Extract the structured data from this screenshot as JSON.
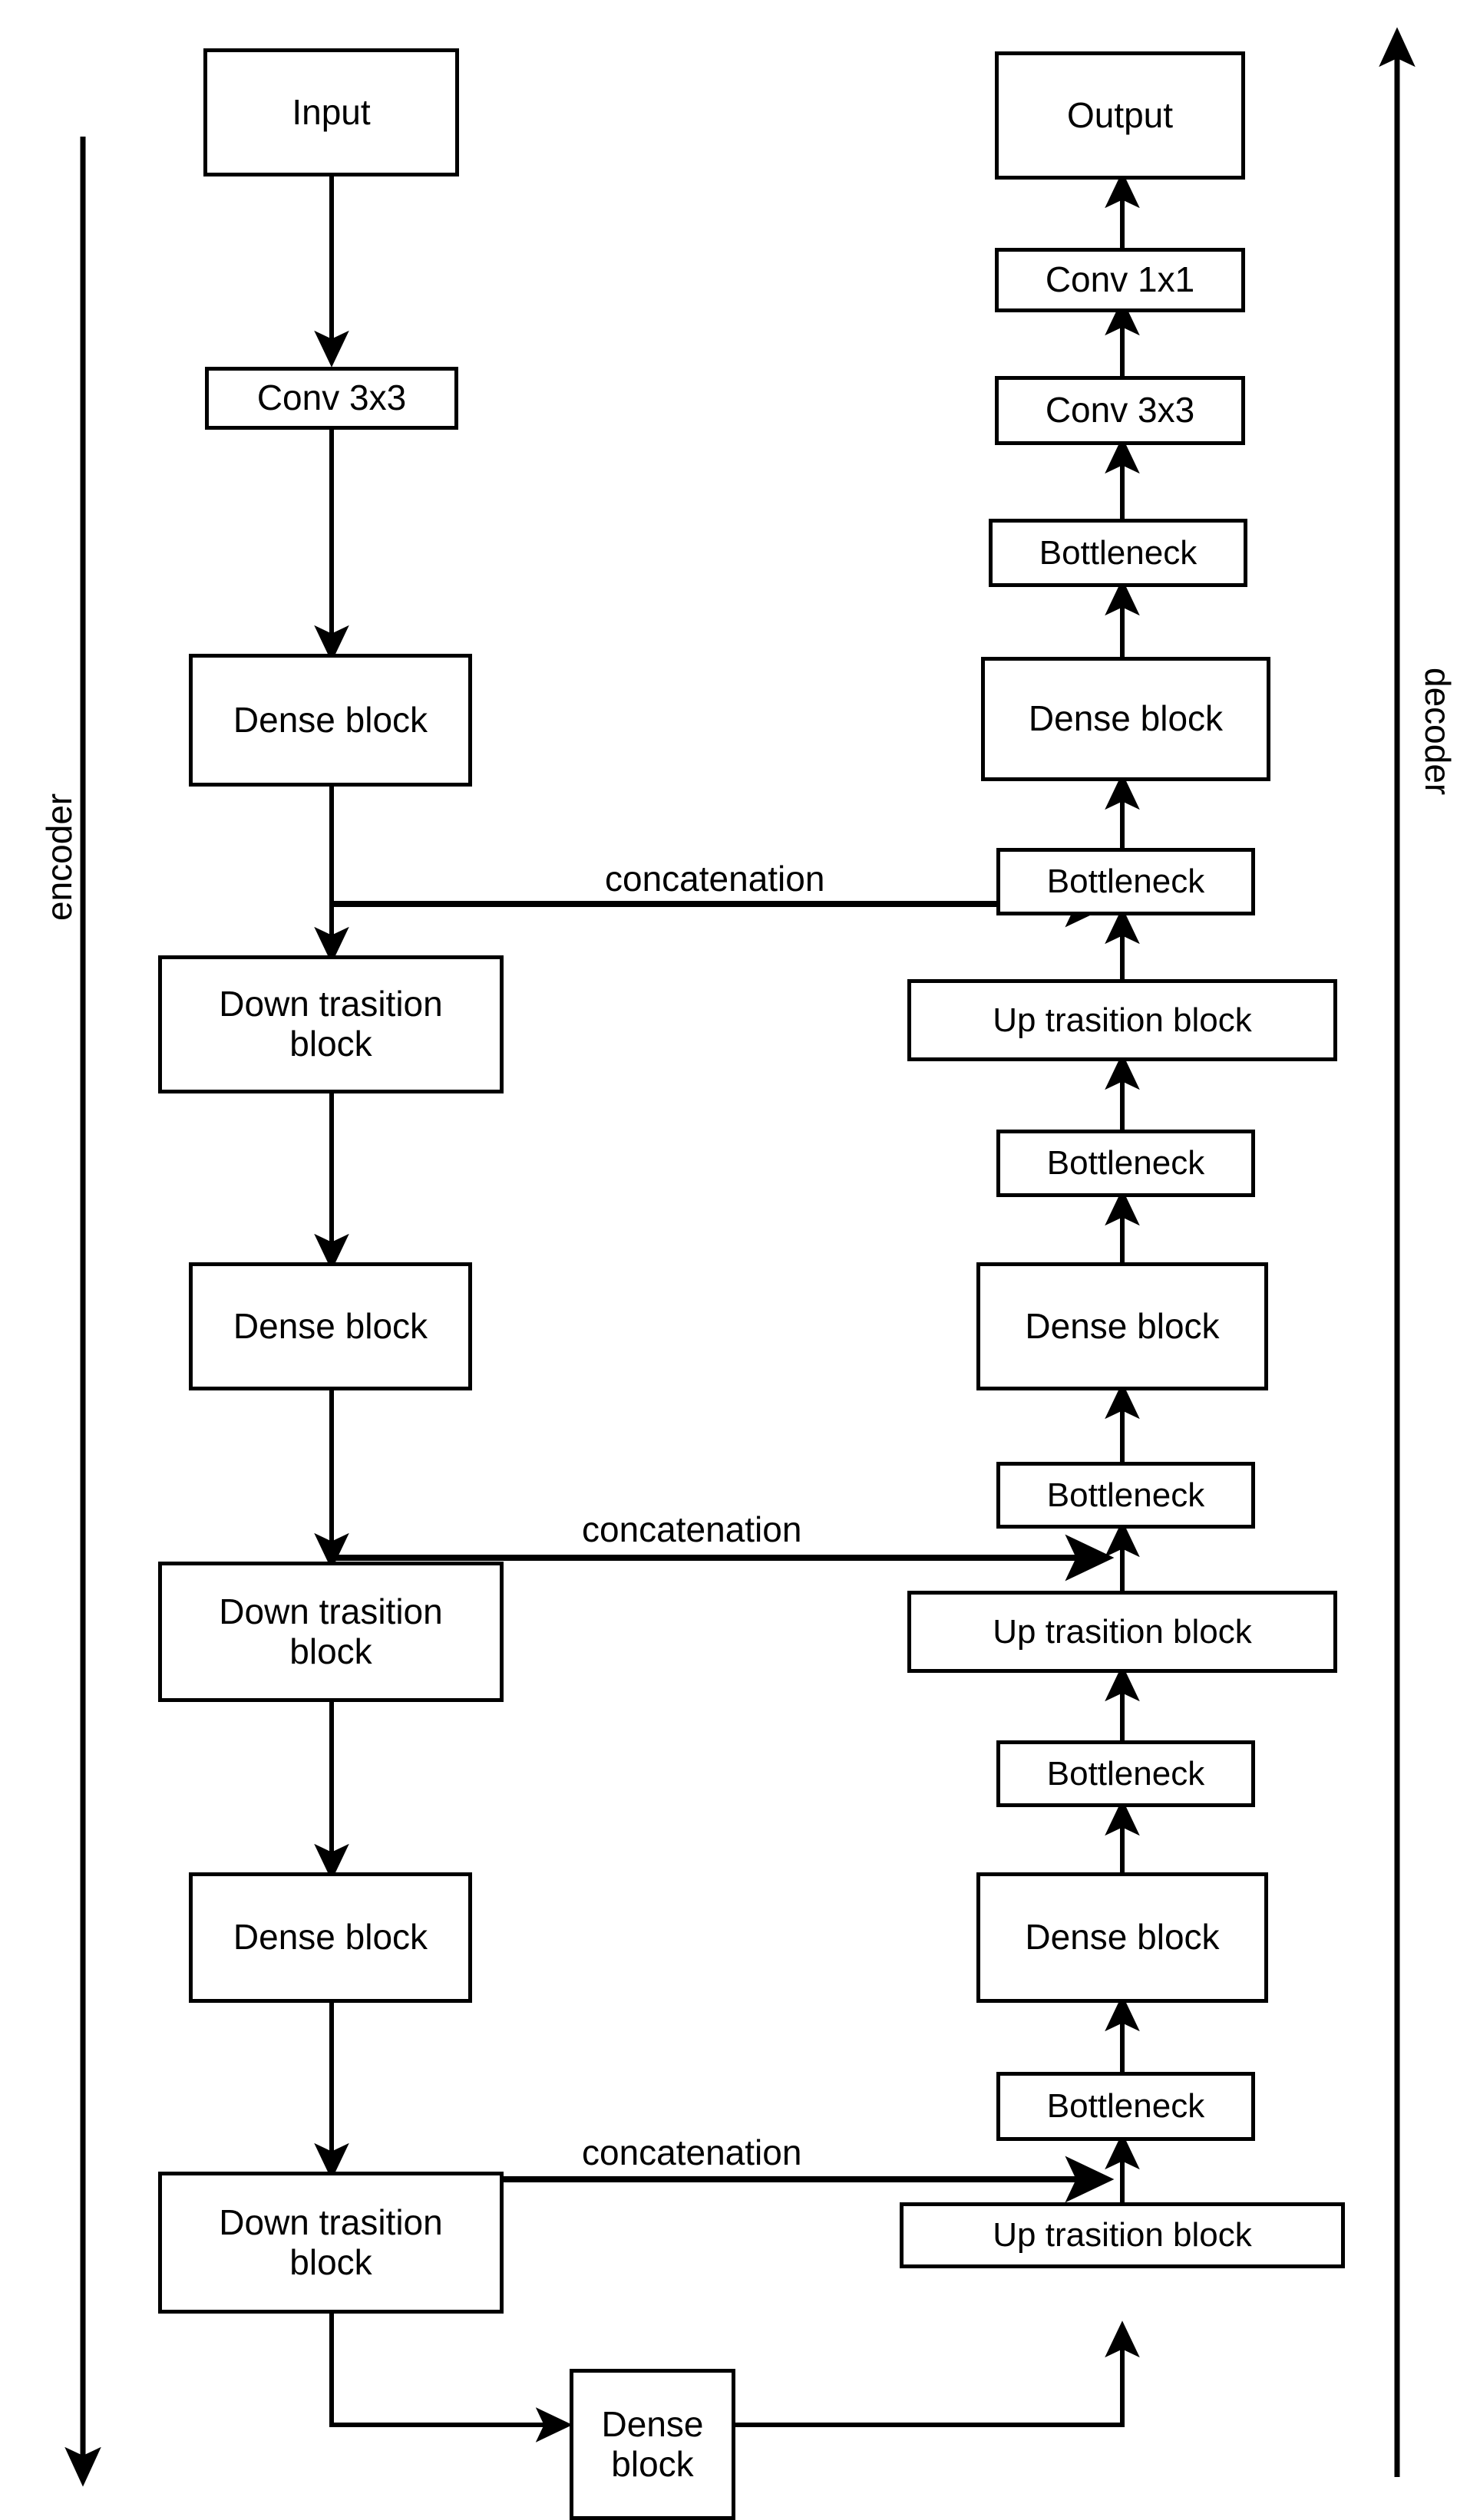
{
  "diagram": {
    "title": "Dense U-Net encoder-decoder architecture",
    "background_color": "#ffffff",
    "stroke_color": "#000000",
    "side_labels": {
      "left": "encoder",
      "right": "decoder"
    },
    "edge_labels": {
      "concat_1": "concatenation",
      "concat_2": "concatenation",
      "concat_3": "concatenation"
    },
    "nodes": {
      "input": "Input",
      "enc_conv3x3": "Conv 3x3",
      "enc_dense_1": "Dense block",
      "enc_down_1": "Down trasition\nblock",
      "enc_dense_2": "Dense block",
      "enc_down_2": "Down trasition\nblock",
      "enc_dense_3": "Dense block",
      "enc_down_3": "Down trasition\nblock",
      "bridge_dense": "Dense\nblock",
      "dec_up_3": "Up trasition block",
      "dec_bottleneck_6": "Bottleneck",
      "dec_dense_3": "Dense block",
      "dec_bottleneck_5": "Bottleneck",
      "dec_up_2": "Up trasition block",
      "dec_bottleneck_4": "Bottleneck",
      "dec_dense_2": "Dense block",
      "dec_bottleneck_3": "Bottleneck",
      "dec_up_1": "Up trasition block",
      "dec_bottleneck_2": "Bottleneck",
      "dec_dense_1": "Dense block",
      "dec_bottleneck_1": "Bottleneck",
      "dec_conv3x3": "Conv 3x3",
      "dec_conv1x1": "Conv 1x1",
      "output": "Output"
    }
  }
}
